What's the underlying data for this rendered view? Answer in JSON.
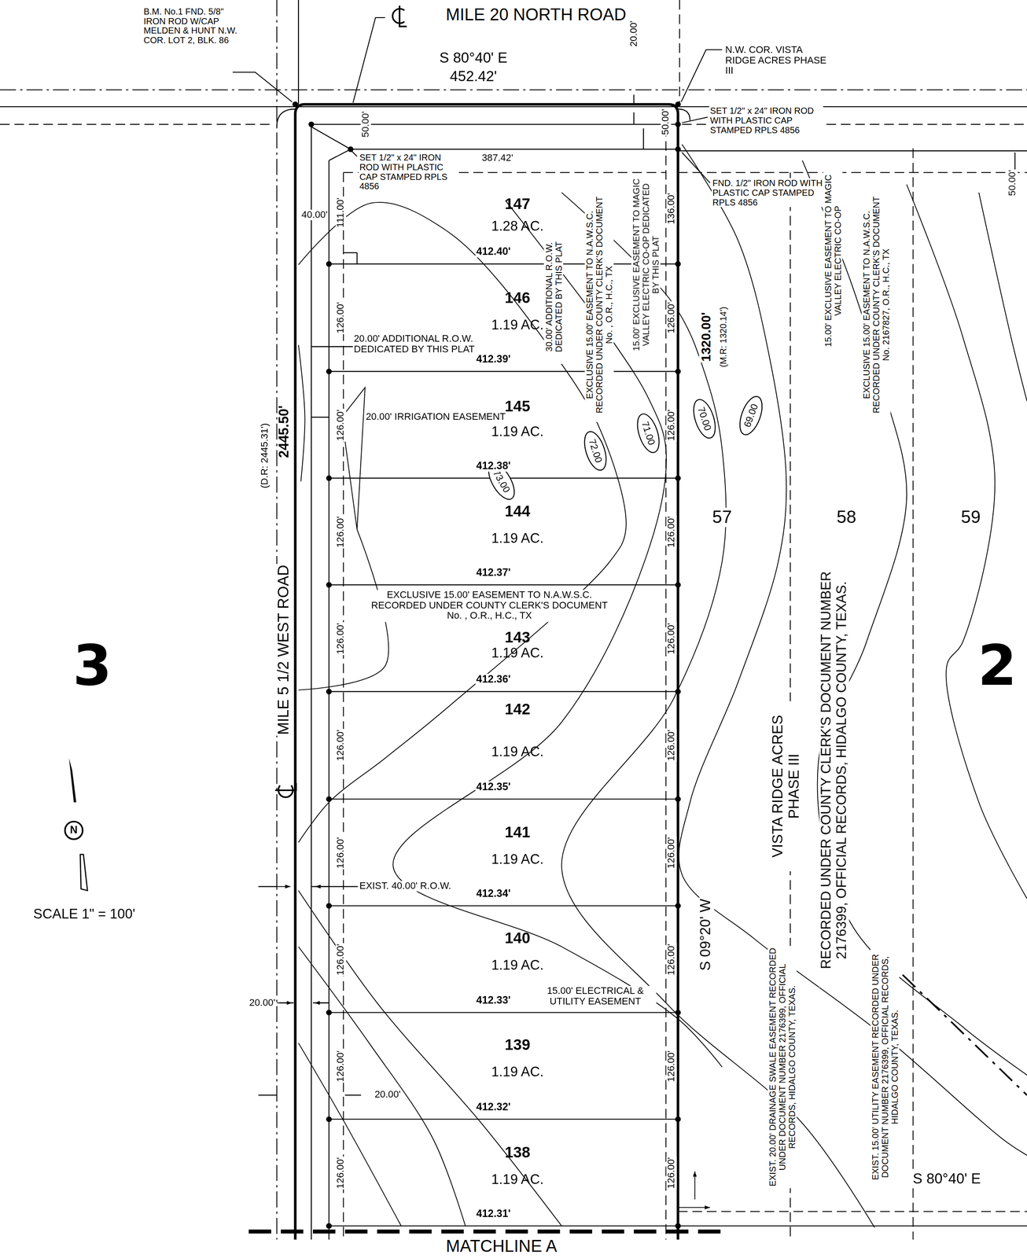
{
  "diagram": {
    "nodes": [
      {
        "text": [
          "147",
          "1.28 AC."
        ]
      },
      {
        "text": [
          "146",
          "1.19 AC."
        ]
      },
      {
        "text": [
          "145",
          "1.19 AC."
        ]
      },
      {
        "text": [
          "144",
          "1.19 AC."
        ]
      },
      {
        "text": [
          "143",
          "1.19 AC."
        ]
      },
      {
        "text": [
          "142",
          "1.19 AC."
        ]
      },
      {
        "text": [
          "141",
          "1.19 AC."
        ]
      },
      {
        "text": [
          "140",
          "1.19 AC."
        ]
      },
      {
        "text": [
          "139",
          "1.19 AC."
        ]
      },
      {
        "text": [
          "138",
          "1.19 AC."
        ]
      },
      {
        "text": [
          "72.00"
        ]
      },
      {
        "text": [
          "71.00"
        ]
      },
      {
        "text": [
          "70.00"
        ]
      },
      {
        "text": [
          "69.00"
        ]
      },
      {
        "text": [
          "73.00"
        ]
      }
    ],
    "labels": [
      "B.M. No.1 FND. 5/8\" IRON ROD W/CAP MELDEN & HUNT N.W. COR. LOT 2, BLK. 86",
      "MILE 20 NORTH ROAD",
      "S 80°40' E",
      "452.42'",
      "20.00'",
      "N.W. COR. VISTA RIDGE ACRES PHASE III",
      "SET 1/2\" x 24\" IRON ROD WITH PLASTIC CAP STAMPED RPLS 4856",
      "50.00'",
      "50.00'",
      "387.42'",
      "SET 1/2\" x 24\" IRON ROD WITH PLASTIC CAP STAMPED RPLS 4856",
      "FND. 1/2\" IRON ROD WITH PLASTIC CAP STAMPED RPLS 4856",
      "40.00'",
      "111.00'",
      "136.00'",
      "30.00' ADDITIONAL R.O.W. DEDICATED BY THIS PLAT",
      "EXCLUSIVE 15.00' EASEMENT TO N.A.W.S.C. RECORDED UNDER COUNTY CLERK'S DOCUMENT No. , O.R., H.C., TX",
      "15.00' EXCLUSIVE EASEMENT TO MAGIC VALLEY ELECTRIC CO-OP DEDICATED BY THIS PLAT",
      "1320.00'",
      "(M.R: 1320.14')",
      "(D.R: 2445.31')",
      "2445.50'",
      "MILE 5 1/2 WEST ROAD",
      "20.00' ADDITIONAL R.O.W. DEDICATED BY THIS PLAT",
      "20.00' IRRIGATION EASEMENT",
      "EXCLUSIVE 15.00' EASEMENT TO N.A.W.S.C. RECORDED UNDER COUNTY CLERK'S DOCUMENT No. , O.R., H.C., TX",
      "EXIST. 40.00' R.O.W.",
      "15.00' ELECTRICAL & UTILITY EASEMENT",
      "20.00'",
      "20.00'",
      "S 09°20' W",
      "15.00' EXCLUSIVE EASEMENT TO MAGIC VALLEY ELECTRIC CO-OP",
      "EXCLUSIVE 15.00' EASEMENT TO N.A.W.S.C. RECORDED UNDER COUNTY CLERK'S DOCUMENT No. 2167827, O.R., H.C., TX",
      "50.00'",
      "57",
      "58",
      "59",
      "VISTA RIDGE ACRES PHASE III",
      "RECORDED UNDER COUNTY CLERK'S DOCUMENT NUMBER 2176399, OFFICIAL RECORDS, HIDALGO COUNTY, TEXAS.",
      "EXIST. 20.00' DRAINAGE SWALE EASEMENT RECORDED UNDER DOCUMENT NUMBER 2176399, OFFICIAL RECORDS, HIDALGO COUNTY, TEXAS.",
      "EXIST. 15.00' UTILITY EASEMENT RECORDED UNDER DOCUMENT NUMBER 2176399, OFFICIAL RECORDS, HIDALGO COUNTY, TEXAS.",
      "S 80°40' E",
      "3",
      "2",
      "N",
      "SCALE 1\" = 100'",
      "MATCHLINE A",
      "412.40'",
      "126.00'",
      "126.00'",
      "412.39'",
      "126.00'",
      "126.00'",
      "412.38'",
      "126.00'",
      "126.00'",
      "412.37'",
      "126.00'",
      "126.00'",
      "412.36'",
      "126.00'",
      "126.00'",
      "412.35'",
      "126.00'",
      "126.00'",
      "412.34'",
      "126.00'",
      "126.00'",
      "412.33'",
      "126.00'",
      "126.00'",
      "412.32'",
      "126.00'",
      "126.00'",
      "412.31'"
    ]
  }
}
